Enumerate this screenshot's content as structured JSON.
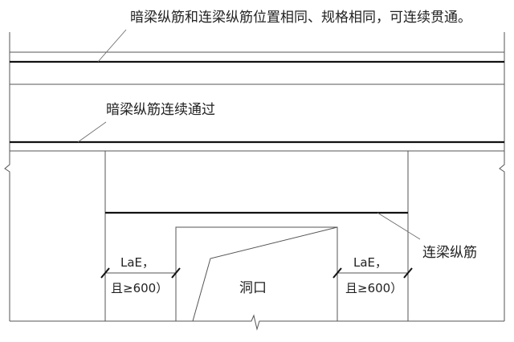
{
  "annotations": {
    "top_note": "暗梁纵筋和连梁纵筋位置相同、规格相同，可连续贯通。",
    "middle_note": "暗梁纵筋连续通过",
    "coupling_beam_rebar": "连梁纵筋",
    "opening": "洞口",
    "left_dim_line1": "LaE，",
    "left_dim_line2": "且≥600）",
    "right_dim_line1": "LaE，",
    "right_dim_line2": "且≥600）"
  }
}
